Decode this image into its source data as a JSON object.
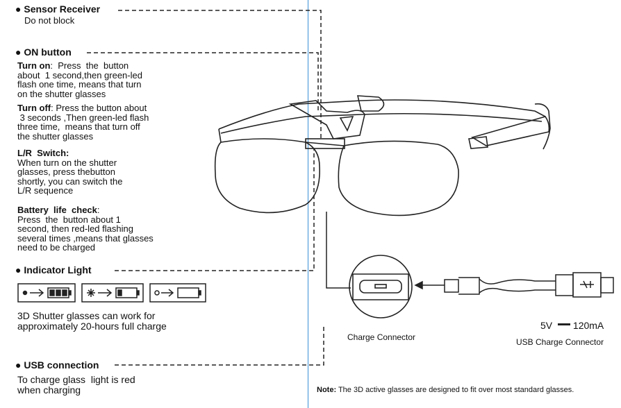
{
  "colors": {
    "divider": "#3a8fd6",
    "ink": "#111111"
  },
  "sections": {
    "sensor": {
      "title": "Sensor Receiver",
      "desc": "Do not block"
    },
    "on_button": {
      "title": "ON button",
      "turn_on_label": "Turn on",
      "turn_on_text": ":  Press  the  button\nabout  1 second,then green-led\nflash one time, means that turn\non the shutter glasses",
      "turn_off_label": "Turn off",
      "turn_off_text": ": Press the button about\n 3 seconds ,Then green-led flash\nthree time,  means that turn off\nthe shutter glasses",
      "lr_label": "L/R  Switch:",
      "lr_text": "When turn on the shutter\nglasses, press thebutton\nshortly, you can switch the\nL/R sequence",
      "battery_label": "Battery  life  check",
      "battery_text": ":\nPress  the  button about 1\nsecond, then red-led flashing\nseveral times ,means that glasses\nneed to be charged"
    },
    "indicator": {
      "title": "Indicator Light",
      "icons": [
        "battery-full-icon",
        "battery-low-flashing-icon",
        "battery-empty-icon"
      ],
      "desc": "3D Shutter glasses can work for\napproximately 20-hours full charge"
    },
    "usb": {
      "title": "USB connection",
      "desc": "To charge glass  light is red\nwhen charging"
    }
  },
  "right": {
    "charge_connector": "Charge Connector",
    "power": "5V",
    "current": "120mA",
    "usb_label": "USB Charge Connector",
    "note_label": "Note:",
    "note_text": " The 3D active glasses are designed to fit over most standard glasses."
  }
}
